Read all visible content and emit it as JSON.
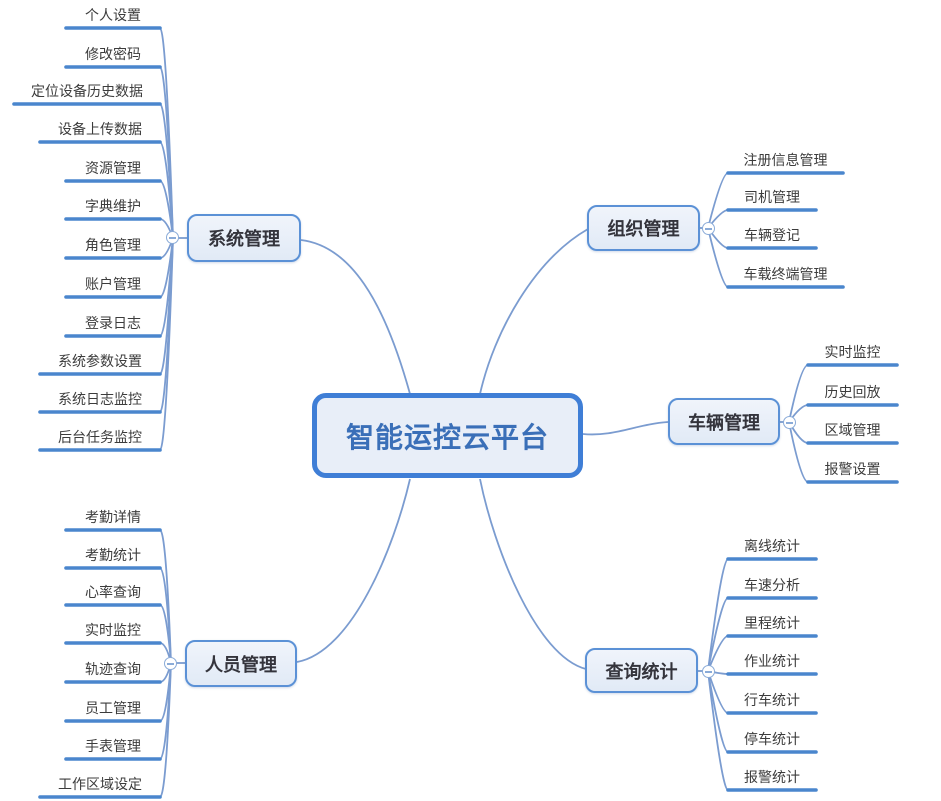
{
  "diagram": {
    "type": "mindmap",
    "root": {
      "label": "智能运控云平台"
    },
    "branches": [
      {
        "label": "系统管理",
        "children": [
          "个人设置",
          "修改密码",
          "定位设备历史数据",
          "设备上传数据",
          "资源管理",
          "字典维护",
          "角色管理",
          "账户管理",
          "登录日志",
          "系统参数设置",
          "系统日志监控",
          "后台任务监控"
        ]
      },
      {
        "label": "组织管理",
        "children": [
          "注册信息管理",
          "司机管理",
          "车辆登记",
          "车载终端管理"
        ]
      },
      {
        "label": "车辆管理",
        "children": [
          "实时监控",
          "历史回放",
          "区域管理",
          "报警设置"
        ]
      },
      {
        "label": "查询统计",
        "children": [
          "离线统计",
          "车速分析",
          "里程统计",
          "作业统计",
          "行车统计",
          "停车统计",
          "报警统计"
        ]
      },
      {
        "label": "人员管理",
        "children": [
          "考勤详情",
          "考勤统计",
          "心率查询",
          "实时监控",
          "轨迹查询",
          "员工管理",
          "手表管理",
          "工作区域设定"
        ]
      }
    ],
    "icons": {
      "collapse": "minus-circle"
    },
    "colors": {
      "branch_line": "#7b9cd0",
      "leaf_underline": "#4a86cd",
      "node_border": "#5b91d6",
      "node_fill": "#e9eef8",
      "center_border": "#3f7ed6",
      "center_fill": "#e8eef8",
      "center_text": "#3a6fb8",
      "branch_text": "#34343c",
      "leaf_text": "#3c3c3c"
    }
  }
}
